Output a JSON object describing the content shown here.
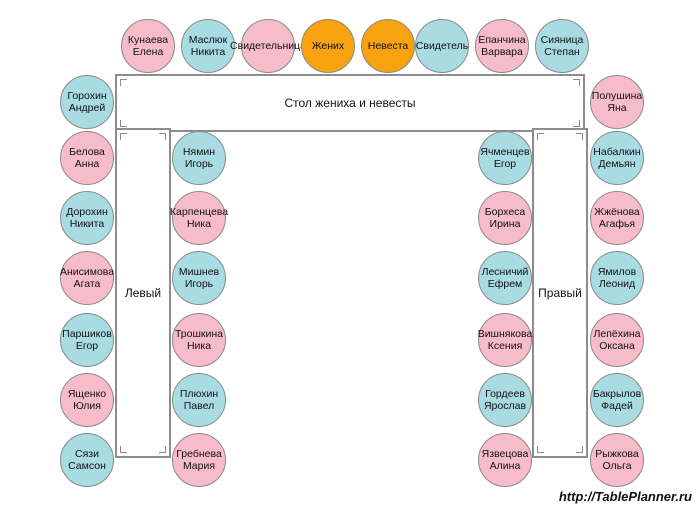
{
  "tables": {
    "head": "Стол жениха и невесты",
    "left": "Левый",
    "right": "Правый"
  },
  "colors": {
    "female": "#f7bcca",
    "male": "#a9dbe2",
    "couple": "#f8a20f",
    "border": "#8c8c8c"
  },
  "seats": {
    "top": [
      {
        "l1": "Кунаева",
        "l2": "Елена",
        "c": "f"
      },
      {
        "l1": "Маслюк",
        "l2": "Никита",
        "c": "m"
      },
      {
        "l1": "Свидетельница",
        "l2": "",
        "c": "f"
      },
      {
        "l1": "Жених",
        "l2": "",
        "c": "o"
      },
      {
        "l1": "Невеста",
        "l2": "",
        "c": "o"
      },
      {
        "l1": "Свидетель",
        "l2": "",
        "c": "m"
      },
      {
        "l1": "Епанчина",
        "l2": "Варвара",
        "c": "f"
      },
      {
        "l1": "Сияница",
        "l2": "Степан",
        "c": "m"
      }
    ],
    "outer_left": [
      {
        "l1": "Горохин",
        "l2": "Андрей",
        "c": "m"
      },
      {
        "l1": "Белова",
        "l2": "Анна",
        "c": "f"
      },
      {
        "l1": "Дорохин",
        "l2": "Никита",
        "c": "m"
      },
      {
        "l1": "Анисимова",
        "l2": "Агата",
        "c": "f"
      },
      {
        "l1": "Паршиков",
        "l2": "Егор",
        "c": "m"
      },
      {
        "l1": "Ященко",
        "l2": "Юлия",
        "c": "f"
      },
      {
        "l1": "Сязи",
        "l2": "Самсон",
        "c": "m"
      }
    ],
    "inner_left": [
      {
        "l1": "Нямин",
        "l2": "Игорь",
        "c": "m"
      },
      {
        "l1": "Карпенцева",
        "l2": "Ника",
        "c": "f"
      },
      {
        "l1": "Мишнев",
        "l2": "Игорь",
        "c": "m"
      },
      {
        "l1": "Трошкина",
        "l2": "Ника",
        "c": "f"
      },
      {
        "l1": "Плюхин",
        "l2": "Павел",
        "c": "m"
      },
      {
        "l1": "Гребнева",
        "l2": "Мария",
        "c": "f"
      }
    ],
    "inner_right": [
      {
        "l1": "Ячменцев",
        "l2": "Егор",
        "c": "m"
      },
      {
        "l1": "Борхеса",
        "l2": "Ирина",
        "c": "f"
      },
      {
        "l1": "Лесничий",
        "l2": "Ефрем",
        "c": "m"
      },
      {
        "l1": "Вишнякова",
        "l2": "Ксения",
        "c": "f"
      },
      {
        "l1": "Гордеев",
        "l2": "Ярослав",
        "c": "m"
      },
      {
        "l1": "Язвецова",
        "l2": "Алина",
        "c": "f"
      }
    ],
    "outer_right": [
      {
        "l1": "Полушина",
        "l2": "Яна",
        "c": "f"
      },
      {
        "l1": "Набалкин",
        "l2": "Демьян",
        "c": "m"
      },
      {
        "l1": "Жжёнова",
        "l2": "Агафья",
        "c": "f"
      },
      {
        "l1": "Ямилов",
        "l2": "Леонид",
        "c": "m"
      },
      {
        "l1": "Лепёхина",
        "l2": "Оксана",
        "c": "f"
      },
      {
        "l1": "Бакрылов",
        "l2": "Фадей",
        "c": "m"
      },
      {
        "l1": "Рыжкова",
        "l2": "Ольга",
        "c": "f"
      }
    ]
  },
  "footer_url": "http://TablePlanner.ru"
}
